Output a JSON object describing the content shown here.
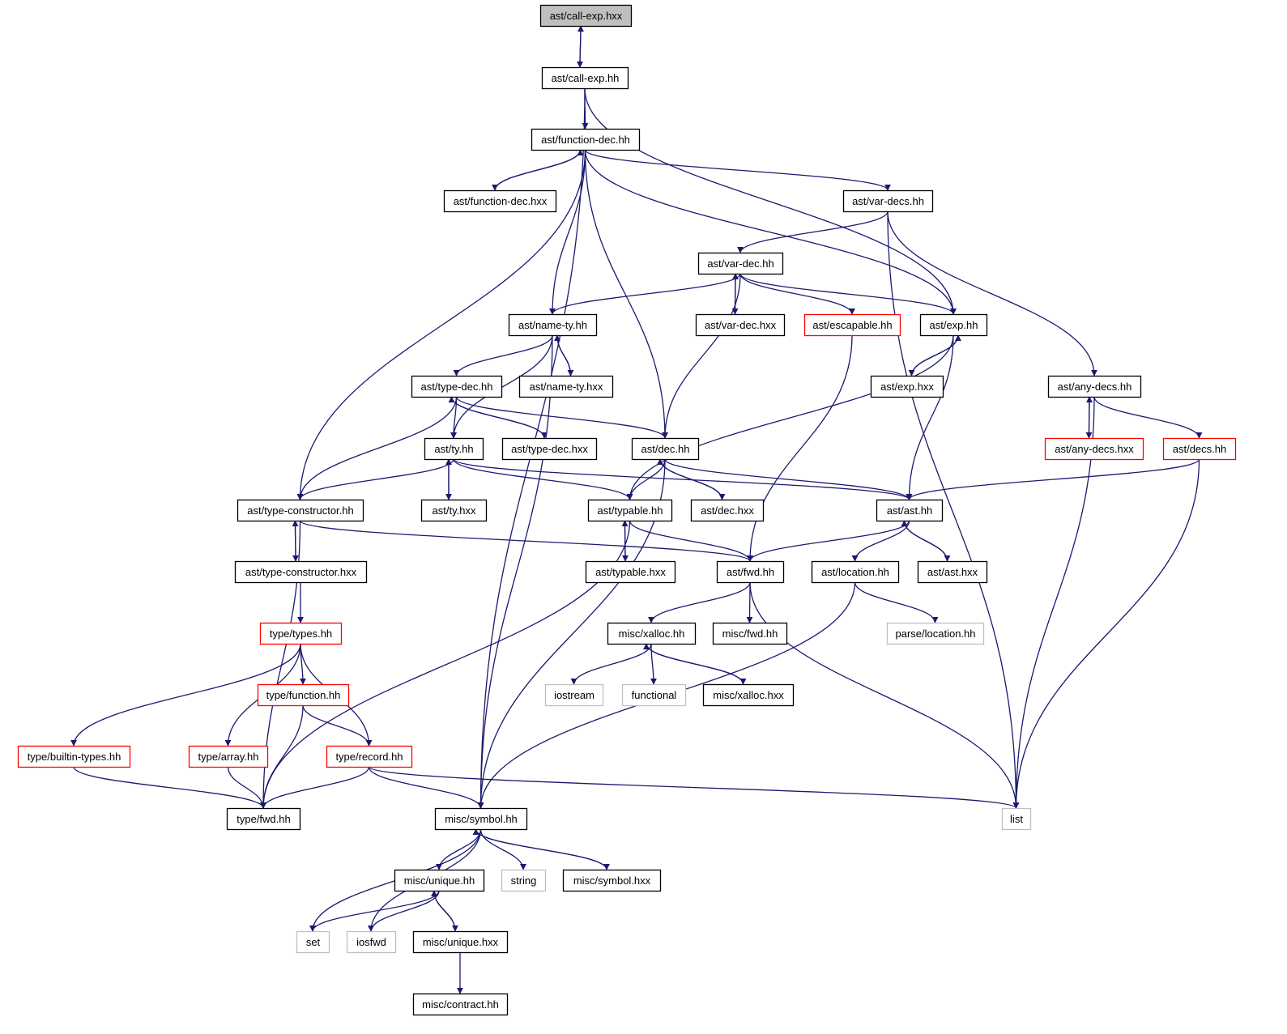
{
  "diagram": {
    "colors": {
      "edge": "#191970",
      "focus_fill": "#bfbfbf",
      "normal_border": "#000000",
      "truncated_border": "#ff0000",
      "system_border": "#bfbfbf"
    },
    "nodes": [
      {
        "id": "n0",
        "label": "ast/call-exp.hxx",
        "kind": "focus"
      },
      {
        "id": "n1",
        "label": "ast/call-exp.hh",
        "kind": "normal"
      },
      {
        "id": "n2",
        "label": "ast/function-dec.hh",
        "kind": "normal"
      },
      {
        "id": "n3",
        "label": "ast/function-dec.hxx",
        "kind": "normal"
      },
      {
        "id": "n4",
        "label": "ast/var-decs.hh",
        "kind": "normal"
      },
      {
        "id": "n5",
        "label": "ast/var-dec.hh",
        "kind": "normal"
      },
      {
        "id": "n6",
        "label": "ast/name-ty.hh",
        "kind": "normal"
      },
      {
        "id": "n7",
        "label": "ast/var-dec.hxx",
        "kind": "normal"
      },
      {
        "id": "n8",
        "label": "ast/escapable.hh",
        "kind": "truncated"
      },
      {
        "id": "n9",
        "label": "ast/exp.hh",
        "kind": "normal"
      },
      {
        "id": "n10",
        "label": "ast/type-dec.hh",
        "kind": "normal"
      },
      {
        "id": "n11",
        "label": "ast/name-ty.hxx",
        "kind": "normal"
      },
      {
        "id": "n12",
        "label": "ast/exp.hxx",
        "kind": "normal"
      },
      {
        "id": "n13",
        "label": "ast/any-decs.hh",
        "kind": "normal"
      },
      {
        "id": "n14",
        "label": "ast/ty.hh",
        "kind": "normal"
      },
      {
        "id": "n15",
        "label": "ast/type-dec.hxx",
        "kind": "normal"
      },
      {
        "id": "n16",
        "label": "ast/dec.hh",
        "kind": "normal"
      },
      {
        "id": "n17",
        "label": "ast/any-decs.hxx",
        "kind": "truncated"
      },
      {
        "id": "n18",
        "label": "ast/decs.hh",
        "kind": "truncated"
      },
      {
        "id": "n19",
        "label": "ast/type-constructor.hh",
        "kind": "normal"
      },
      {
        "id": "n20",
        "label": "ast/ty.hxx",
        "kind": "normal"
      },
      {
        "id": "n21",
        "label": "ast/typable.hh",
        "kind": "normal"
      },
      {
        "id": "n22",
        "label": "ast/dec.hxx",
        "kind": "normal"
      },
      {
        "id": "n23",
        "label": "ast/ast.hh",
        "kind": "normal"
      },
      {
        "id": "n24",
        "label": "ast/type-constructor.hxx",
        "kind": "normal"
      },
      {
        "id": "n25",
        "label": "ast/typable.hxx",
        "kind": "normal"
      },
      {
        "id": "n26",
        "label": "ast/fwd.hh",
        "kind": "normal"
      },
      {
        "id": "n27",
        "label": "ast/location.hh",
        "kind": "normal"
      },
      {
        "id": "n28",
        "label": "ast/ast.hxx",
        "kind": "normal"
      },
      {
        "id": "n29",
        "label": "type/types.hh",
        "kind": "truncated"
      },
      {
        "id": "n30",
        "label": "misc/xalloc.hh",
        "kind": "normal"
      },
      {
        "id": "n31",
        "label": "misc/fwd.hh",
        "kind": "normal"
      },
      {
        "id": "n32",
        "label": "parse/location.hh",
        "kind": "system"
      },
      {
        "id": "n33",
        "label": "type/function.hh",
        "kind": "truncated"
      },
      {
        "id": "n34",
        "label": "iostream",
        "kind": "system"
      },
      {
        "id": "n35",
        "label": "functional",
        "kind": "system"
      },
      {
        "id": "n36",
        "label": "misc/xalloc.hxx",
        "kind": "normal"
      },
      {
        "id": "n37",
        "label": "type/builtin-types.hh",
        "kind": "truncated"
      },
      {
        "id": "n38",
        "label": "type/array.hh",
        "kind": "truncated"
      },
      {
        "id": "n39",
        "label": "type/record.hh",
        "kind": "truncated"
      },
      {
        "id": "n40",
        "label": "type/fwd.hh",
        "kind": "normal"
      },
      {
        "id": "n41",
        "label": "misc/symbol.hh",
        "kind": "normal"
      },
      {
        "id": "n42",
        "label": "list",
        "kind": "system"
      },
      {
        "id": "n43",
        "label": "misc/unique.hh",
        "kind": "normal"
      },
      {
        "id": "n44",
        "label": "string",
        "kind": "system"
      },
      {
        "id": "n45",
        "label": "misc/symbol.hxx",
        "kind": "normal"
      },
      {
        "id": "n46",
        "label": "set",
        "kind": "system"
      },
      {
        "id": "n47",
        "label": "iosfwd",
        "kind": "system"
      },
      {
        "id": "n48",
        "label": "misc/unique.hxx",
        "kind": "normal"
      },
      {
        "id": "n49",
        "label": "misc/contract.hh",
        "kind": "normal"
      }
    ],
    "edges": [
      {
        "from": "n0",
        "to": "n1"
      },
      {
        "from": "n1",
        "to": "n0"
      },
      {
        "from": "n1",
        "to": "n2"
      },
      {
        "from": "n1",
        "to": "n9"
      },
      {
        "from": "n1",
        "to": "n41"
      },
      {
        "from": "n2",
        "to": "n3"
      },
      {
        "from": "n3",
        "to": "n2"
      },
      {
        "from": "n2",
        "to": "n4"
      },
      {
        "from": "n2",
        "to": "n6"
      },
      {
        "from": "n2",
        "to": "n9"
      },
      {
        "from": "n2",
        "to": "n16"
      },
      {
        "from": "n2",
        "to": "n19"
      },
      {
        "from": "n4",
        "to": "n5"
      },
      {
        "from": "n4",
        "to": "n13"
      },
      {
        "from": "n4",
        "to": "n42"
      },
      {
        "from": "n5",
        "to": "n7"
      },
      {
        "from": "n7",
        "to": "n5"
      },
      {
        "from": "n5",
        "to": "n6"
      },
      {
        "from": "n5",
        "to": "n8"
      },
      {
        "from": "n5",
        "to": "n9"
      },
      {
        "from": "n5",
        "to": "n16"
      },
      {
        "from": "n6",
        "to": "n11"
      },
      {
        "from": "n11",
        "to": "n6"
      },
      {
        "from": "n6",
        "to": "n10"
      },
      {
        "from": "n6",
        "to": "n14"
      },
      {
        "from": "n6",
        "to": "n41"
      },
      {
        "from": "n8",
        "to": "n26"
      },
      {
        "from": "n9",
        "to": "n12"
      },
      {
        "from": "n12",
        "to": "n9"
      },
      {
        "from": "n9",
        "to": "n21"
      },
      {
        "from": "n9",
        "to": "n23"
      },
      {
        "from": "n10",
        "to": "n15"
      },
      {
        "from": "n15",
        "to": "n10"
      },
      {
        "from": "n10",
        "to": "n14"
      },
      {
        "from": "n10",
        "to": "n16"
      },
      {
        "from": "n10",
        "to": "n19"
      },
      {
        "from": "n13",
        "to": "n17"
      },
      {
        "from": "n17",
        "to": "n13"
      },
      {
        "from": "n13",
        "to": "n18"
      },
      {
        "from": "n13",
        "to": "n42"
      },
      {
        "from": "n14",
        "to": "n20"
      },
      {
        "from": "n20",
        "to": "n14"
      },
      {
        "from": "n14",
        "to": "n19"
      },
      {
        "from": "n14",
        "to": "n21"
      },
      {
        "from": "n14",
        "to": "n23"
      },
      {
        "from": "n16",
        "to": "n22"
      },
      {
        "from": "n22",
        "to": "n16"
      },
      {
        "from": "n16",
        "to": "n21"
      },
      {
        "from": "n16",
        "to": "n23"
      },
      {
        "from": "n16",
        "to": "n41"
      },
      {
        "from": "n18",
        "to": "n23"
      },
      {
        "from": "n18",
        "to": "n42"
      },
      {
        "from": "n19",
        "to": "n24"
      },
      {
        "from": "n24",
        "to": "n19"
      },
      {
        "from": "n19",
        "to": "n26"
      },
      {
        "from": "n19",
        "to": "n40"
      },
      {
        "from": "n21",
        "to": "n25"
      },
      {
        "from": "n25",
        "to": "n21"
      },
      {
        "from": "n21",
        "to": "n26"
      },
      {
        "from": "n21",
        "to": "n40"
      },
      {
        "from": "n23",
        "to": "n28"
      },
      {
        "from": "n28",
        "to": "n23"
      },
      {
        "from": "n23",
        "to": "n26"
      },
      {
        "from": "n23",
        "to": "n27"
      },
      {
        "from": "n24",
        "to": "n29"
      },
      {
        "from": "n26",
        "to": "n30"
      },
      {
        "from": "n26",
        "to": "n31"
      },
      {
        "from": "n26",
        "to": "n42"
      },
      {
        "from": "n27",
        "to": "n32"
      },
      {
        "from": "n27",
        "to": "n41"
      },
      {
        "from": "n29",
        "to": "n33"
      },
      {
        "from": "n29",
        "to": "n37"
      },
      {
        "from": "n29",
        "to": "n38"
      },
      {
        "from": "n29",
        "to": "n39"
      },
      {
        "from": "n30",
        "to": "n34"
      },
      {
        "from": "n30",
        "to": "n35"
      },
      {
        "from": "n30",
        "to": "n36"
      },
      {
        "from": "n36",
        "to": "n30"
      },
      {
        "from": "n33",
        "to": "n39"
      },
      {
        "from": "n33",
        "to": "n40"
      },
      {
        "from": "n37",
        "to": "n40"
      },
      {
        "from": "n38",
        "to": "n40"
      },
      {
        "from": "n39",
        "to": "n40"
      },
      {
        "from": "n39",
        "to": "n41"
      },
      {
        "from": "n39",
        "to": "n42"
      },
      {
        "from": "n41",
        "to": "n43"
      },
      {
        "from": "n41",
        "to": "n44"
      },
      {
        "from": "n41",
        "to": "n45"
      },
      {
        "from": "n45",
        "to": "n41"
      },
      {
        "from": "n41",
        "to": "n46"
      },
      {
        "from": "n41",
        "to": "n47"
      },
      {
        "from": "n43",
        "to": "n46"
      },
      {
        "from": "n43",
        "to": "n47"
      },
      {
        "from": "n43",
        "to": "n48"
      },
      {
        "from": "n48",
        "to": "n43"
      },
      {
        "from": "n48",
        "to": "n49"
      }
    ]
  }
}
